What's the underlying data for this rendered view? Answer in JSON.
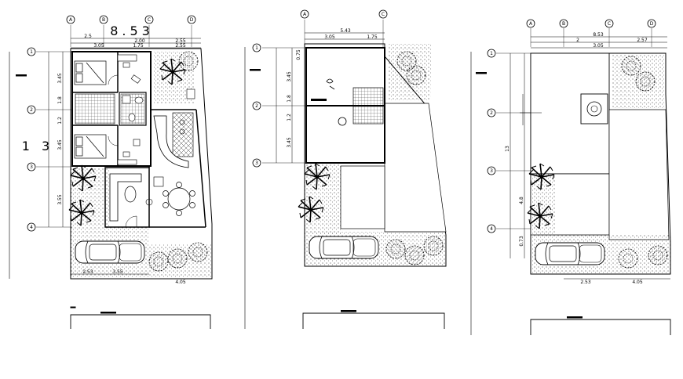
{
  "plans": [
    {
      "id": "ground",
      "overall_width": "8.53",
      "overall_depth": "1 3",
      "col_labels": [
        "A",
        "B",
        "C",
        "D"
      ],
      "row_labels": [
        "1",
        "2",
        "3",
        "4"
      ],
      "top_dims": [
        "2.5",
        "2.00",
        "2.55",
        "3.05",
        "1.75",
        "2.55"
      ],
      "left_dims": [
        "3.45",
        "1.8",
        "1.2",
        "3.45",
        "3.55"
      ],
      "bottom_dims": [
        "2.53",
        "3.55",
        "4.05"
      ]
    },
    {
      "id": "upper",
      "col_labels": [
        "A",
        "C"
      ],
      "row_labels": [
        "1",
        "2",
        "3"
      ],
      "top_dims": [
        "5.43",
        "3.05",
        "1.75"
      ],
      "left_dims": [
        "0.75",
        "3.45",
        "1.8",
        "1.2",
        "3.45"
      ]
    },
    {
      "id": "roof",
      "col_labels": [
        "A",
        "B",
        "C",
        "D"
      ],
      "row_labels": [
        "1",
        "2",
        "3",
        "4"
      ],
      "top_dims": [
        "8.53",
        "2",
        "2.57",
        "3.05"
      ],
      "left_dims": [
        "13",
        "4.8",
        "0.73"
      ],
      "bottom_dims": [
        "2.53",
        "4.05"
      ]
    }
  ]
}
